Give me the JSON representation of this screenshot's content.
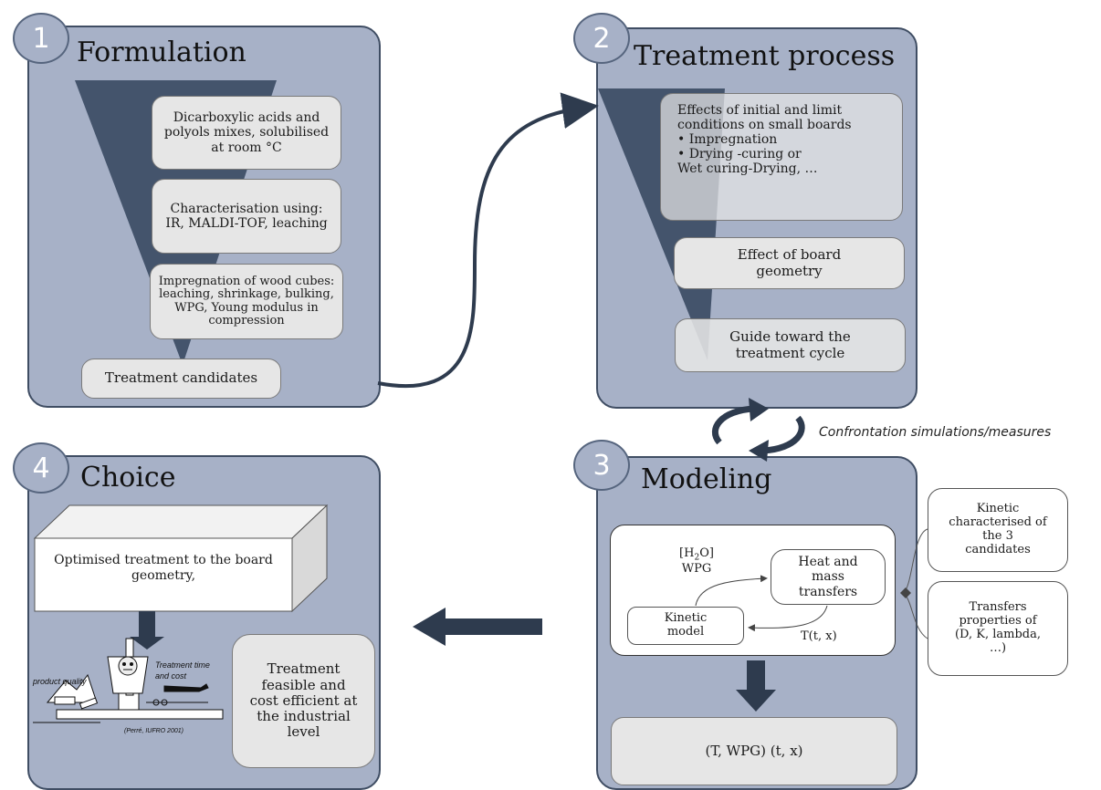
{
  "panels": {
    "p1": {
      "number": "1",
      "title": "Formulation",
      "box_a": "Dicarboxylic acids and polyols mixes, solubilised at room °C",
      "box_b": "Characterisation using: IR, MALDI-TOF, leaching",
      "box_c": "Impregnation of wood cubes: leaching, shrinkage, bulking, WPG, Young modulus in compression",
      "box_d": "Treatment candidates"
    },
    "p2": {
      "number": "2",
      "title": "Treatment process",
      "box_a_intro": "Effects of initial and limit conditions on small boards",
      "box_a_bullet1": "•  Impregnation",
      "box_a_bullet2": "•  Drying -curing or",
      "box_a_tail": "Wet curing-Drying, …",
      "box_b": "Effect of board geometry",
      "box_c": "Guide toward the treatment cycle"
    },
    "p3": {
      "number": "3",
      "title": "Modeling",
      "h2o": "[H",
      "h2o_sub": "2",
      "h2o_tail": "O]",
      "wpg": "WPG",
      "heat": "Heat and mass transfers",
      "kinetic_model": "Kinetic model",
      "t_label": "T(t, x)",
      "result": "(T,  WPG) (t, x)"
    },
    "p4": {
      "number": "4",
      "title": "Choice",
      "cube_text": "Optimised treatment to the board geometry,",
      "feasible": "Treatment feasible and cost efficient at the industrial level",
      "product_quality": "product quality",
      "treatment_time": "Treatment time",
      "and_cost": "and cost",
      "citation": "(Perré, IUFRO 2001)"
    },
    "side": {
      "kinetic_char": "Kinetic characterised of the 3 candidates",
      "transfers_prop": "Transfers properties of (D, K, lambda, …)"
    },
    "confrontation": "Confrontation simulations/measures"
  }
}
